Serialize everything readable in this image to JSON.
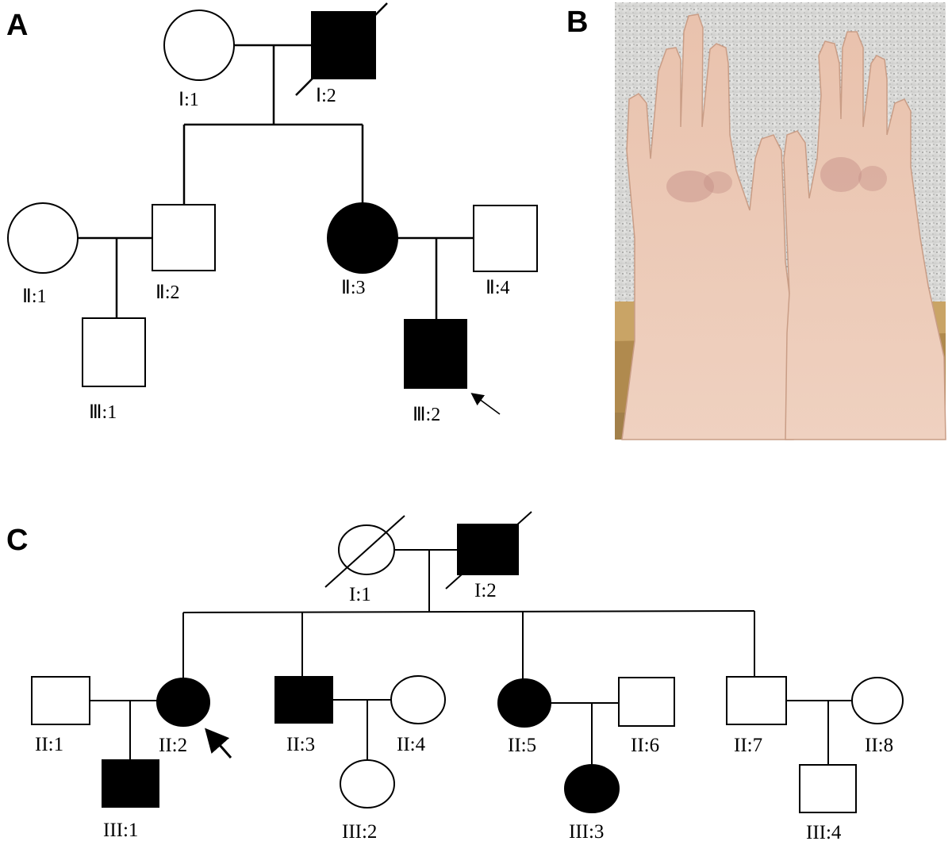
{
  "panels": {
    "a": {
      "letter": "A",
      "labels": {
        "i1": "Ⅰ:1",
        "i2": "Ⅰ:2",
        "ii1": "Ⅱ:1",
        "ii2": "Ⅱ:2",
        "ii3": "Ⅱ:3",
        "ii4": "Ⅱ:4",
        "iii1": "Ⅲ:1",
        "iii2": "Ⅲ:2"
      }
    },
    "b": {
      "letter": "B"
    },
    "c": {
      "letter": "C",
      "labels": {
        "i1": "I:1",
        "i2": "I:2",
        "ii1": "II:1",
        "ii2": "II:2",
        "ii3": "II:3",
        "ii4": "II:4",
        "ii5": "II:5",
        "ii6": "II:6",
        "ii7": "II:7",
        "ii8": "II:8",
        "iii1": "III:1",
        "iii2": "III:2",
        "iii3": "III:3",
        "iii4": "III:4"
      }
    }
  },
  "individuals": {
    "a": {
      "i1": {
        "sex": "female",
        "affected": false,
        "deceased": false
      },
      "i2": {
        "sex": "male",
        "affected": true,
        "deceased": true
      },
      "ii1": {
        "sex": "female",
        "affected": false,
        "deceased": false
      },
      "ii2": {
        "sex": "male",
        "affected": false,
        "deceased": false
      },
      "ii3": {
        "sex": "female",
        "affected": true,
        "deceased": false
      },
      "ii4": {
        "sex": "male",
        "affected": false,
        "deceased": false
      },
      "iii1": {
        "sex": "male",
        "affected": false,
        "deceased": false
      },
      "iii2": {
        "sex": "male",
        "affected": true,
        "deceased": false,
        "proband": true
      }
    },
    "c": {
      "i1": {
        "sex": "female",
        "affected": false,
        "deceased": true
      },
      "i2": {
        "sex": "male",
        "affected": true,
        "deceased": true
      },
      "ii1": {
        "sex": "male",
        "affected": false,
        "deceased": false
      },
      "ii2": {
        "sex": "female",
        "affected": true,
        "deceased": false,
        "proband": true
      },
      "ii3": {
        "sex": "male",
        "affected": true,
        "deceased": false
      },
      "ii4": {
        "sex": "female",
        "affected": false,
        "deceased": false
      },
      "ii5": {
        "sex": "female",
        "affected": true,
        "deceased": false
      },
      "ii6": {
        "sex": "male",
        "affected": false,
        "deceased": false
      },
      "ii7": {
        "sex": "male",
        "affected": false,
        "deceased": false
      },
      "ii8": {
        "sex": "female",
        "affected": false,
        "deceased": false
      },
      "iii1": {
        "sex": "male",
        "affected": true,
        "deceased": false
      },
      "iii2": {
        "sex": "female",
        "affected": false,
        "deceased": false
      },
      "iii3": {
        "sex": "female",
        "affected": true,
        "deceased": false
      },
      "iii4": {
        "sex": "male",
        "affected": false,
        "deceased": false
      }
    }
  },
  "photo": {
    "description_icon": "hands-photo"
  },
  "colors": {
    "affected": "#000000",
    "unaffected": "#ffffff",
    "line": "#000000"
  }
}
